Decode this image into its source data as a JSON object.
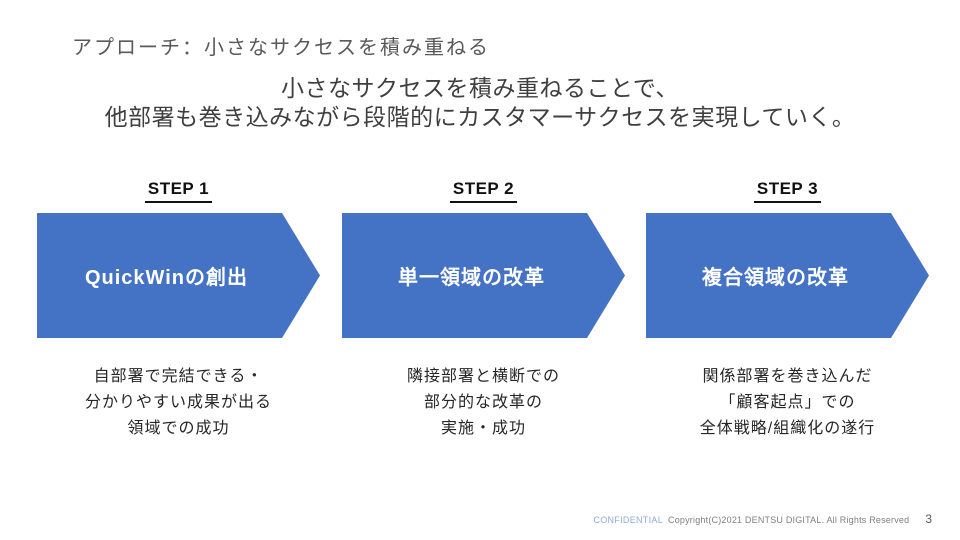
{
  "page": {
    "title": "アプローチ：小さなサクセスを積み重ねる",
    "subtitle": "小さなサクセスを積み重ねることで、\n他部署も巻き込みながら段階的にカスタマーサクセスを実現していく。"
  },
  "steps": [
    {
      "label": "STEP 1",
      "arrow_text": "QuickWinの創出",
      "description": "自部署で完結できる・\n分かりやすい成果が出る\n領域での成功"
    },
    {
      "label": "STEP 2",
      "arrow_text": "単一領域の改革",
      "description": "隣接部署と横断での\n部分的な改革の\n実施・成功"
    },
    {
      "label": "STEP 3",
      "arrow_text": "複合領域の改革",
      "description": "関係部署を巻き込んだ\n「顧客起点」での\n全体戦略/組織化の遂行"
    }
  ],
  "footer": {
    "confidential": "CONFIDENTIAL",
    "copyright": "Copyright(C)2021  DENTSU DIGITAL. All Rights Reserved",
    "page_number": "3"
  },
  "colors": {
    "arrow_blue": "#4472C4",
    "title_gray": "#595959",
    "confidential_blue": "#8FAADC"
  }
}
